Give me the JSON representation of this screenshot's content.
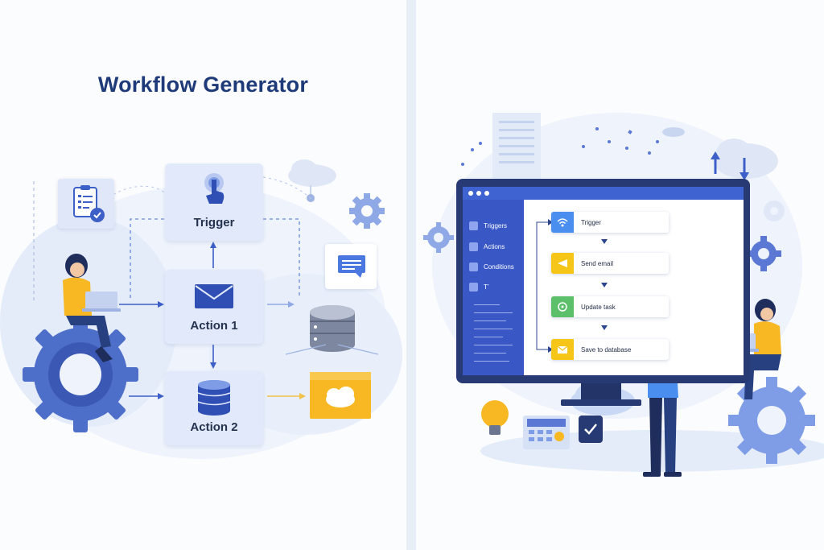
{
  "left_panel": {
    "title": "Workflow Generator",
    "nodes": {
      "trigger": "Trigger",
      "action1": "Action 1",
      "action2": "Action 2"
    }
  },
  "right_panel": {
    "sidebar_items": [
      "Triggers",
      "Actions",
      "Conditions",
      "T’"
    ],
    "workflow_steps": [
      {
        "label": "Trigger",
        "icon": "wifi-icon",
        "color": "#4a8ef0"
      },
      {
        "label": "Send email",
        "icon": "send-icon",
        "color": "#f5c518"
      },
      {
        "label": "Update task",
        "icon": "refresh-icon",
        "color": "#5cbf6a"
      },
      {
        "label": "Save to database",
        "icon": "mail-icon",
        "color": "#f5c518"
      }
    ]
  },
  "colors": {
    "title": "#1e3a78",
    "node_bg": "#e2e9fb",
    "accent_blue": "#3f64d1",
    "sidebar": "#3958c6",
    "yellow": "#f5c518"
  }
}
